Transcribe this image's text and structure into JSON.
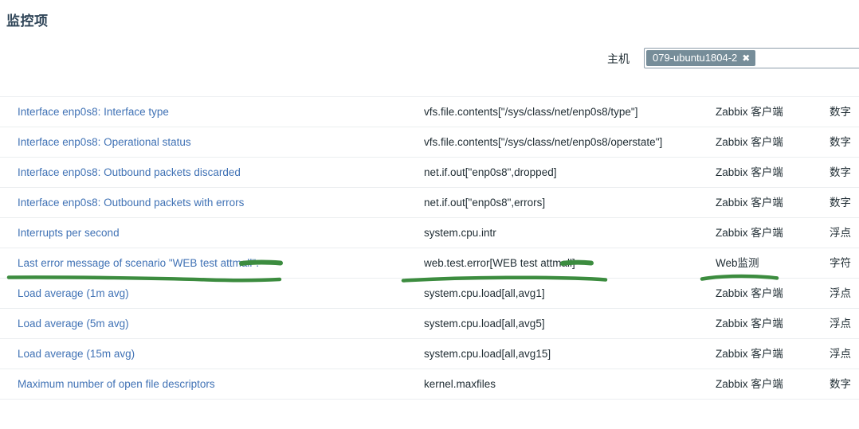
{
  "page": {
    "title": "监控项"
  },
  "filter": {
    "host_label": "主机",
    "host_chip": "079-ubuntu1804-2",
    "chip_remove_glyph": "✖",
    "input_placeholder": ""
  },
  "table": {
    "rows": [
      {
        "name": "",
        "key": "",
        "type": "",
        "info": ""
      },
      {
        "name": "Interface enp0s8: Interface type",
        "key": "vfs.file.contents[\"/sys/class/net/enp0s8/type\"]",
        "type": "Zabbix 客户端",
        "info": "数字"
      },
      {
        "name": "Interface enp0s8: Operational status",
        "key": "vfs.file.contents[\"/sys/class/net/enp0s8/operstate\"]",
        "type": "Zabbix 客户端",
        "info": "数字"
      },
      {
        "name": "Interface enp0s8: Outbound packets discarded",
        "key": "net.if.out[\"enp0s8\",dropped]",
        "type": "Zabbix 客户端",
        "info": "数字"
      },
      {
        "name": "Interface enp0s8: Outbound packets with errors",
        "key": "net.if.out[\"enp0s8\",errors]",
        "type": "Zabbix 客户端",
        "info": "数字"
      },
      {
        "name": "Interrupts per second",
        "key": "system.cpu.intr",
        "type": "Zabbix 客户端",
        "info": "浮点"
      },
      {
        "name": "Last error message of scenario \"WEB test attmall\".",
        "key": "web.test.error[WEB test attmall]",
        "type": "Web监测",
        "info": "字符"
      },
      {
        "name": "Load average (1m avg)",
        "key": "system.cpu.load[all,avg1]",
        "type": "Zabbix 客户端",
        "info": "浮点"
      },
      {
        "name": "Load average (5m avg)",
        "key": "system.cpu.load[all,avg5]",
        "type": "Zabbix 客户端",
        "info": "浮点"
      },
      {
        "name": "Load average (15m avg)",
        "key": "system.cpu.load[all,avg15]",
        "type": "Zabbix 客户端",
        "info": "浮点"
      },
      {
        "name": "Maximum number of open file descriptors",
        "key": "kernel.maxfiles",
        "type": "Zabbix 客户端",
        "info": "数字"
      }
    ]
  },
  "annotations": {
    "color": "#3c8c3f",
    "marks": [
      {
        "kind": "underline-stroke",
        "target": "item-name-cell"
      },
      {
        "kind": "underline-stroke",
        "target": "item-key-cell"
      },
      {
        "kind": "underline-stroke",
        "target": "item-type-cell"
      },
      {
        "kind": "strikethrough-stroke",
        "target": "name-attmall-word"
      },
      {
        "kind": "strikethrough-stroke",
        "target": "key-attmall-word"
      }
    ]
  },
  "colors": {
    "link": "#4072b5",
    "title": "#2e4457",
    "chip_bg": "#768d99",
    "row_border": "#ebeef0",
    "annotation_green": "#3c8c3f"
  }
}
